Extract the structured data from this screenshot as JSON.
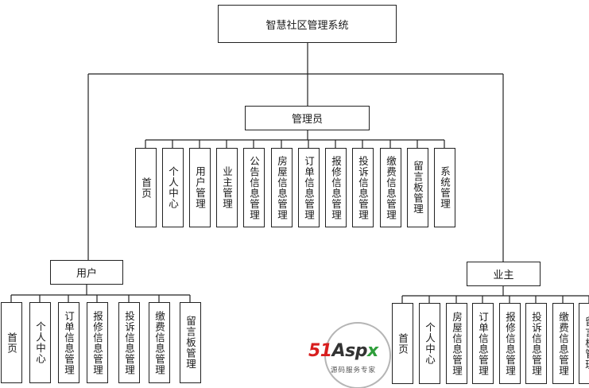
{
  "root": {
    "label": "智慧社区管理系统"
  },
  "admin": {
    "label": "管理员",
    "children": [
      "首页",
      "个人中心",
      "用户管理",
      "业主管理",
      "公告信息管理",
      "房屋信息管理",
      "订单信息管理",
      "报修信息管理",
      "投诉信息管理",
      "缴费信息管理",
      "留言板管理",
      "系统管理"
    ]
  },
  "user": {
    "label": "用户",
    "children": [
      "首页",
      "个人中心",
      "订单信息管理",
      "报修信息管理",
      "投诉信息管理",
      "缴费信息管理",
      "留言板管理"
    ]
  },
  "owner": {
    "label": "业主",
    "children": [
      "首页",
      "个人中心",
      "房屋信息管理",
      "订单信息管理",
      "报修信息管理",
      "投诉信息管理",
      "缴费信息管理",
      "留言板管理"
    ]
  },
  "watermark": {
    "logo_a": "51",
    "logo_b": "Asp",
    "logo_c": "x",
    "tagline": "源码服务专家"
  }
}
